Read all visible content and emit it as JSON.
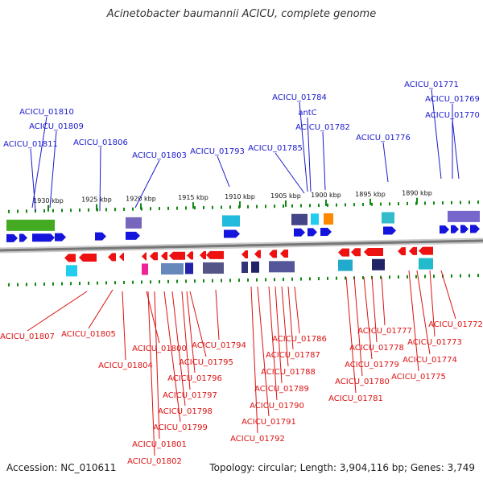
{
  "title": "Acinetobacter baumannii ACICU, complete genome",
  "footer": {
    "accession": "Accession: NC_010611",
    "summary": "Topology: circular; Length: 3,904,116 bp; Genes: 3,749"
  },
  "colors": {
    "forward_label": "#1a1acc",
    "reverse_label": "#dd1111",
    "forward_gene": "#1414dd",
    "reverse_gene": "#ee1111",
    "backbone": "#777777",
    "ticks": "#118811"
  },
  "scale_ticks": [
    "1930 kbp",
    "1925 kbp",
    "1920 kbp",
    "1915 kbp",
    "1910 kbp",
    "1905 kbp",
    "1900 kbp",
    "1895 kbp",
    "1890 kbp"
  ],
  "forward_labels": [
    "ACICU_01810",
    "ACICU_01809",
    "ACICU_01811",
    "ACICU_01806",
    "ACICU_01803",
    "ACICU_01793",
    "ACICU_01784",
    "antC",
    "ACICU_01782",
    "ACICU_01785",
    "ACICU_01776",
    "ACICU_01771",
    "ACICU_01769",
    "ACICU_01770"
  ],
  "reverse_labels": [
    "ACICU_01807",
    "ACICU_01805",
    "ACICU_01804",
    "ACICU_01800",
    "ACICU_01795",
    "ACICU_01794",
    "ACICU_01796",
    "ACICU_01797",
    "ACICU_01798",
    "ACICU_01799",
    "ACICU_01801",
    "ACICU_01802",
    "ACICU_01786",
    "ACICU_01787",
    "ACICU_01788",
    "ACICU_01789",
    "ACICU_01790",
    "ACICU_01791",
    "ACICU_01792",
    "ACICU_01777",
    "ACICU_01778",
    "ACICU_01779",
    "ACICU_01780",
    "ACICU_01781",
    "ACICU_01772",
    "ACICU_01773",
    "ACICU_01774",
    "ACICU_01775"
  ]
}
